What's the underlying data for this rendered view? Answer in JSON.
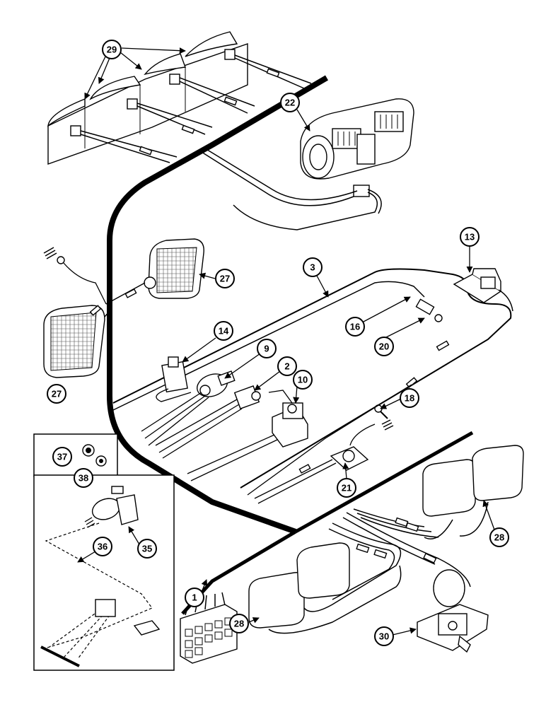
{
  "diagram": {
    "callouts": [
      {
        "id": "c29",
        "label": "29"
      },
      {
        "id": "c22",
        "label": "22"
      },
      {
        "id": "c13",
        "label": "13"
      },
      {
        "id": "c3",
        "label": "3"
      },
      {
        "id": "c27a",
        "label": "27"
      },
      {
        "id": "c27b",
        "label": "27"
      },
      {
        "id": "c14",
        "label": "14"
      },
      {
        "id": "c16",
        "label": "16"
      },
      {
        "id": "c20",
        "label": "20"
      },
      {
        "id": "c9",
        "label": "9"
      },
      {
        "id": "c2",
        "label": "2"
      },
      {
        "id": "c10",
        "label": "10"
      },
      {
        "id": "c18",
        "label": "18"
      },
      {
        "id": "c21",
        "label": "21"
      },
      {
        "id": "c37",
        "label": "37"
      },
      {
        "id": "c38",
        "label": "38"
      },
      {
        "id": "c35",
        "label": "35"
      },
      {
        "id": "c36",
        "label": "36"
      },
      {
        "id": "c1",
        "label": "1"
      },
      {
        "id": "c28a",
        "label": "28"
      },
      {
        "id": "c28b",
        "label": "28"
      },
      {
        "id": "c30",
        "label": "30"
      }
    ]
  }
}
